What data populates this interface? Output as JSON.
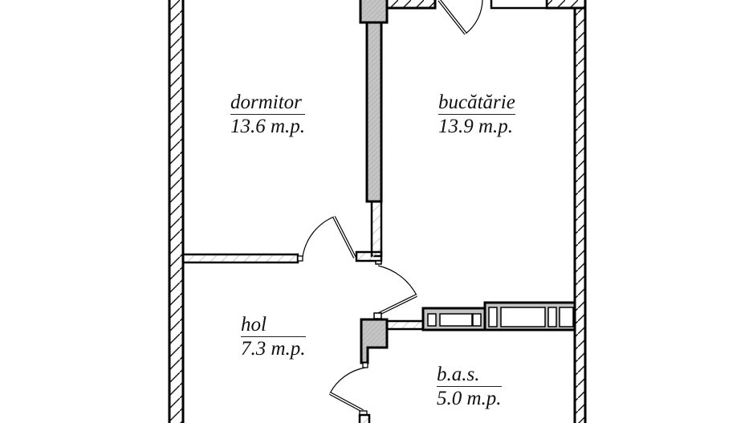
{
  "plan": {
    "colors": {
      "wall_stroke": "#000000",
      "hatch": "#111111",
      "column_fill": "#c4c4c4",
      "partition_hatch": "#bdbdbd",
      "background": "#ffffff"
    }
  },
  "rooms": [
    {
      "id": "dormitor",
      "name": "dormitor",
      "area": "13.6 m.p."
    },
    {
      "id": "bucatarie",
      "name": "bucătărie",
      "area": "13.9 m.p."
    },
    {
      "id": "hol",
      "name": "hol",
      "area": "7.3 m.p."
    },
    {
      "id": "bas",
      "name": "b.a.s.",
      "area": "5.0 m.p."
    }
  ]
}
